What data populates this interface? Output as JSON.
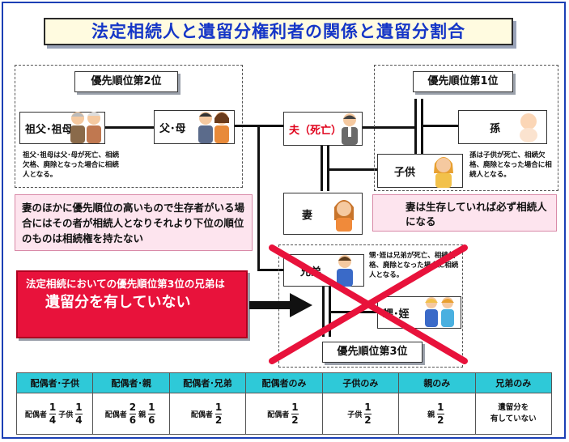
{
  "title": "法定相続人と遺留分権利者の関係と遺留分割合",
  "priority2": {
    "label": "優先順位第2位",
    "grandparents": "祖父･祖母",
    "parents": "父･母",
    "note": "祖父･祖母は父･母が死亡、相続欠格、廃除となった場合に相続人となる。"
  },
  "priority1": {
    "label": "優先順位第1位",
    "grandchild": "孫",
    "child": "子供",
    "note": "孫は子供が死亡、相続欠格、廃除となった場合に相続人となる。"
  },
  "husband": "夫（死亡）",
  "wife": "妻",
  "wife_note": "妻は生存していれば必ず相続人になる",
  "spouse_note": "妻のほかに優先順位の高いもので生存者がいる場合にはその者が相続人となりそれより下位の順位のものは相続権を持たない",
  "priority3": {
    "label": "優先順位第3位",
    "siblings": "兄弟",
    "nieces": "甥･姪",
    "note": "甥･姪は兄弟が死亡、相続欠格、廃除となった場合に相続人となる。"
  },
  "callout": {
    "line1": "法定相続においての優先順位第3位の兄弟は",
    "line2": "遺留分を有していない"
  },
  "table": {
    "headers": [
      "配偶者･子供",
      "配偶者･親",
      "配偶者･兄弟",
      "配偶者のみ",
      "子供のみ",
      "親のみ",
      "兄弟のみ"
    ],
    "spouse": "配偶者",
    "child": "子供",
    "parent": "親",
    "none_line1": "遺留分を",
    "none_line2": "有していない",
    "fractions": {
      "c1a": {
        "n": "1",
        "d": "4"
      },
      "c1b": {
        "n": "1",
        "d": "4"
      },
      "c2a": {
        "n": "2",
        "d": "6"
      },
      "c2b": {
        "n": "1",
        "d": "6"
      },
      "c3": {
        "n": "1",
        "d": "2"
      },
      "c4": {
        "n": "1",
        "d": "2"
      },
      "c5": {
        "n": "1",
        "d": "2"
      },
      "c6": {
        "n": "1",
        "d": "2"
      }
    }
  },
  "colors": {
    "title_text": "#1536c7",
    "callout_bg": "#e8123b",
    "table_header": "#2ec9d8",
    "cross": "#e8123b"
  }
}
